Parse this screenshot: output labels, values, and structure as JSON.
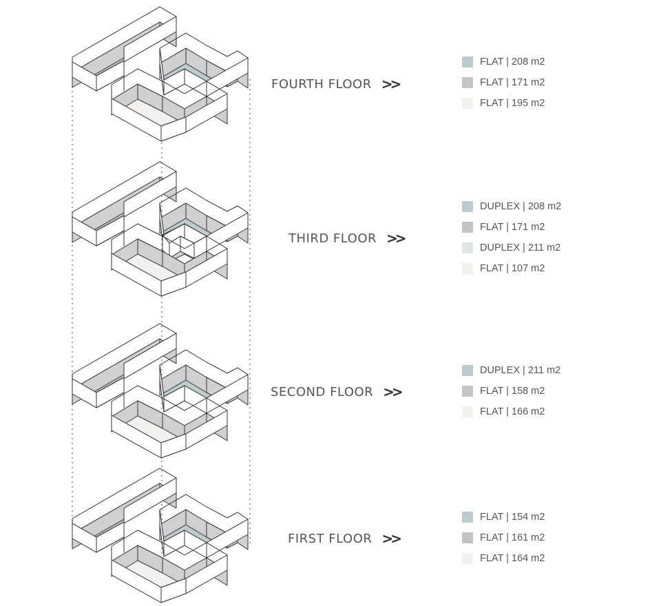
{
  "colors": {
    "blue": "#bccbcd",
    "dark": "#c4c4c4",
    "pale_blue": "#dfe4e6",
    "light": "#f2f1ef",
    "wall": "#d0d0d0",
    "top": "#ffffff",
    "stroke": "#333333"
  },
  "floors": [
    {
      "label": "FOURTH FLOOR",
      "legend": [
        {
          "text": "FLAT | 208 m2",
          "color": "#bccbcd"
        },
        {
          "text": "FLAT | 171 m2",
          "color": "#c4c4c4"
        },
        {
          "text": "FLAT | 195 m2",
          "color": "#f2f1ef"
        }
      ]
    },
    {
      "label": "THIRD FLOOR",
      "legend": [
        {
          "text": "DUPLEX | 208 m2",
          "color": "#bccbcd"
        },
        {
          "text": "FLAT | 171 m2",
          "color": "#c4c4c4"
        },
        {
          "text": "DUPLEX | 211 m2",
          "color": "#dfe4e6"
        },
        {
          "text": "FLAT | 107 m2",
          "color": "#f2f1ef"
        }
      ]
    },
    {
      "label": "SECOND FLOOR",
      "legend": [
        {
          "text": "DUPLEX | 211 m2",
          "color": "#bccbcd"
        },
        {
          "text": "FLAT | 158 m2",
          "color": "#c4c4c4"
        },
        {
          "text": "FLAT | 166 m2",
          "color": "#f2f1ef"
        }
      ]
    },
    {
      "label": "FIRST FLOOR",
      "legend": [
        {
          "text": "FLAT | 154 m2",
          "color": "#bccbcd"
        },
        {
          "text": "FLAT | 161 m2",
          "color": "#c4c4c4"
        },
        {
          "text": "FLAT | 164 m2",
          "color": "#f2f1ef"
        }
      ]
    }
  ]
}
